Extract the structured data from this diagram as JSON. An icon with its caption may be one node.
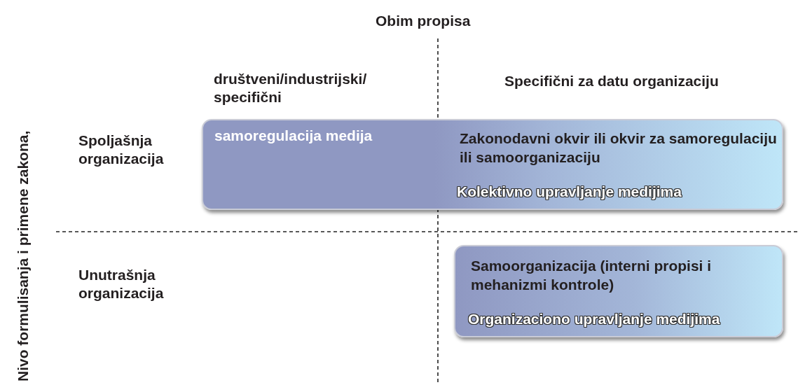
{
  "diagram": {
    "nodes": [
      {
        "text": [
          "samoregulacija medija",
          "Zakonodavni okvir ili okvir za samoregulaciju ili samoorganizaciju",
          "Kolektivno upravljanje medijima"
        ]
      },
      {
        "text": [
          "Samoorganizacija (interni propisi i mehanizmi kontrole)",
          "Organizaciono upravljanje medijima"
        ]
      }
    ],
    "edges": [],
    "labels": [
      "Obim propisa",
      "Nivo formulisanja i primene zakona,",
      "društveni/industrijski/ specifični",
      "Specifični za datu organizaciju",
      "Spoljašnja organizacija",
      "Unutrašnja organizacija"
    ]
  }
}
